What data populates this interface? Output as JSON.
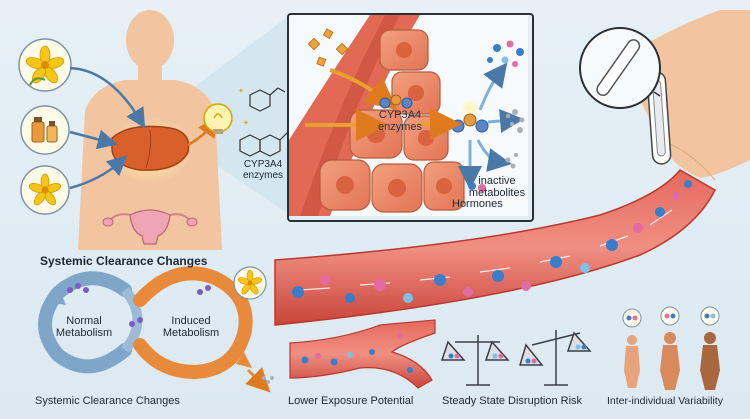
{
  "labels": {
    "cyp_enzymes_outer": "CYP3A4\nenzymes",
    "cyp_enzymes_inset": "CYP3A4\nenzymes",
    "hormones": "Hormones",
    "inactive_metabolites": "inactive\nmetabolites",
    "systemic_clearance_top": "Systemic Clearance Changes",
    "normal_metabolism": "Normal\nMetabolism",
    "induced_metabolism": "Induced\nMetabolism",
    "systemic_clearance_bottom": "Systemic Clearance Changes",
    "lower_exposure": "Lower Exposure Potential",
    "steady_state": "Steady State Disruption Risk",
    "inter_individual": "Inter-individual Variability"
  },
  "colors": {
    "skin": "#f2c4a0",
    "liver": "#d9602a",
    "vessel": "#d9534a",
    "cell": "#e8866a",
    "normal_arrow": "#7fa6c8",
    "induced_arrow": "#e88a3c",
    "flower": "#f5c518",
    "particle_blue": "#3a7dc9",
    "particle_pink": "#e46aa4"
  }
}
